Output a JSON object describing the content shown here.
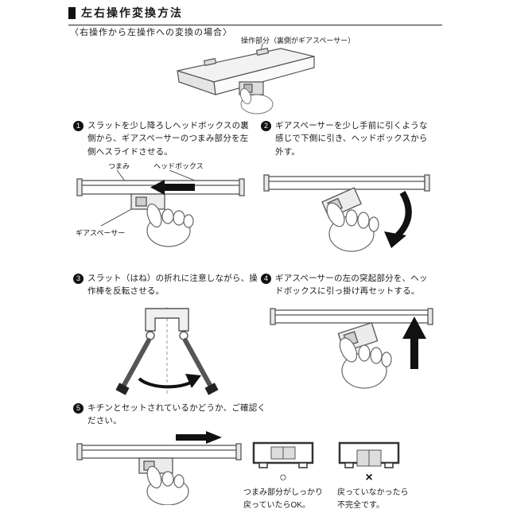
{
  "page": {
    "title": "左右操作変換方法",
    "subtitle": "〈右操作から左操作への変換の場合〉",
    "top_label": "操作部分（裏側がギアスペーサー）"
  },
  "steps": [
    {
      "num": "1",
      "text": "スラットを少し降ろしヘッドボックスの裏側から、ギアスペーサーのつまみ部分を左側へスライドさせる。"
    },
    {
      "num": "2",
      "text": "ギアスペーサーを少し手前に引くような感じで下側に引き、ヘッドボックスから外す。"
    },
    {
      "num": "3",
      "text": "スラット（はね）の折れに注意しながら、操作棒を反転させる。"
    },
    {
      "num": "4",
      "text": "ギアスペーサーの左の突起部分を、ヘッドボックスに引っ掛け再セットする。"
    },
    {
      "num": "5",
      "text": "キチンとセットされているかどうか、ご確認ください。"
    }
  ],
  "fig1_labels": {
    "tsumami": "つまみ",
    "headbox": "ヘッドボックス",
    "gearspacer": "ギアスペーサー"
  },
  "bottom": {
    "ok_symbol": "○",
    "ng_symbol": "×",
    "ok_caption": "つまみ部分がしっかり\n戻っていたらOK。",
    "ng_caption": "戻っていなかったら\n不完全です。"
  }
}
